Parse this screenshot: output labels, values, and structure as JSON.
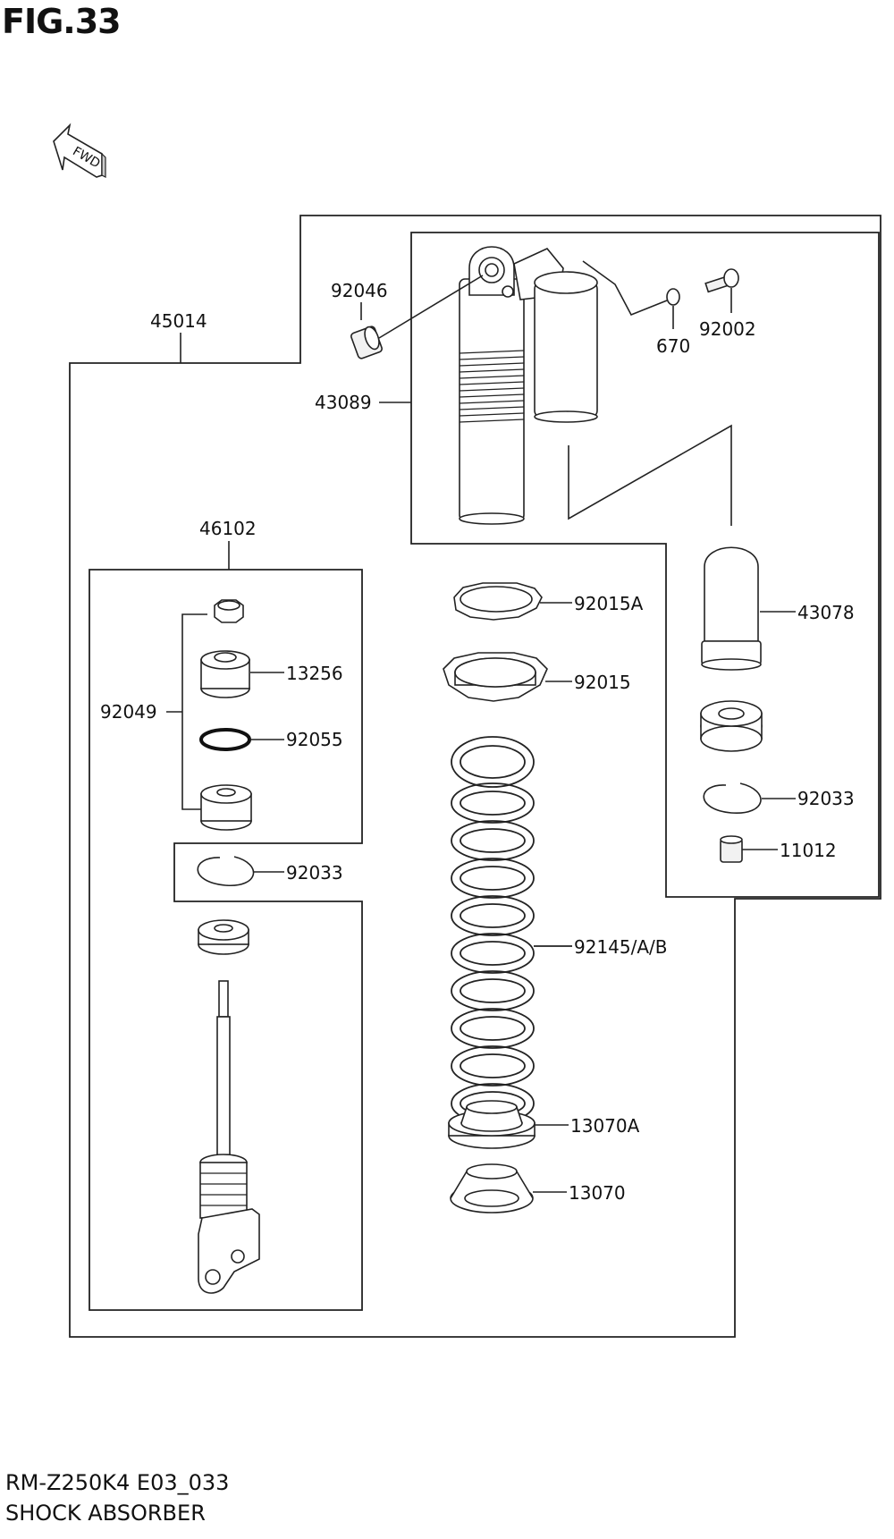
{
  "figure_title": "FIG.33",
  "fwd_label": "FWD",
  "model_code": "RM-Z250K4 E03_033",
  "section_name": "SHOCK ABSORBER",
  "parts": {
    "p45014": "45014",
    "p92046": "92046",
    "p43089": "43089",
    "p670": "670",
    "p92002": "92002",
    "p46102": "46102",
    "p13256": "13256",
    "p92049": "92049",
    "p92055": "92055",
    "p92033_left": "92033",
    "p92015A": "92015A",
    "p92015": "92015",
    "p43078": "43078",
    "p92033_right": "92033",
    "p11012": "11012",
    "p92145": "92145/A/B",
    "p13070A": "13070A",
    "p13070": "13070"
  }
}
